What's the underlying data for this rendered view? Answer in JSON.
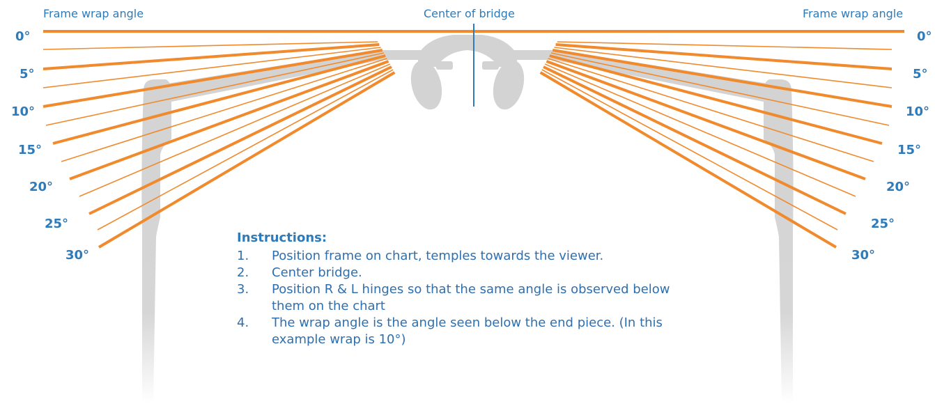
{
  "header": {
    "left_label": "Frame wrap angle",
    "center_label": "Center of bridge",
    "right_label": "Frame wrap angle"
  },
  "angle_labels": {
    "left": [
      "0°",
      "5°",
      "10°",
      "15°",
      "20°",
      "25°",
      "30°"
    ],
    "right": [
      "0°",
      "5°",
      "10°",
      "15°",
      "20°",
      "25°",
      "30°"
    ]
  },
  "instructions": {
    "title": "Instructions:",
    "steps": [
      {
        "num": "1.",
        "text": "Position frame on chart, temples towards the viewer."
      },
      {
        "num": "2.",
        "text": "Center bridge."
      },
      {
        "num": "3.",
        "text": "Position R & L hinges so that the same angle is observed below them on the chart"
      },
      {
        "num": "4.",
        "text": "The wrap angle is the angle seen below the end piece. (In this example wrap is 10°)"
      }
    ]
  },
  "colors": {
    "lines": "#f08a2c",
    "text": "#2f7ab9",
    "frame": "#d3d3d3",
    "bridge_line": "#2f7ab9"
  }
}
